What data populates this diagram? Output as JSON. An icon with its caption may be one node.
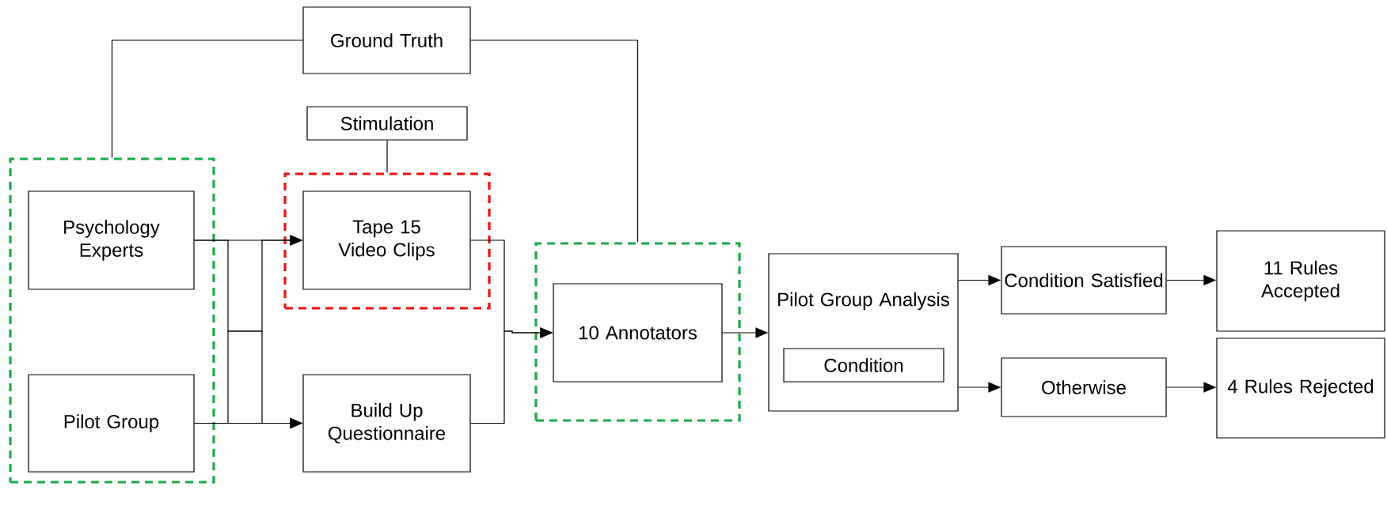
{
  "diagram": {
    "nodes": [
      {
        "text": [
          "Ground Truth"
        ]
      },
      {
        "text": [
          "Stimulation"
        ]
      },
      {
        "text": [],
        "shape": "box"
      },
      {
        "text": [
          "Psychology Experts"
        ],
        "in": 2
      },
      {
        "text": [
          "Pilot Group"
        ],
        "in": 2
      },
      {
        "text": [],
        "shape": "box"
      },
      {
        "text": [
          "Tape 15 Video Clips"
        ],
        "in": 5
      },
      {
        "text": [
          "Build Up Questionnaire"
        ]
      },
      {
        "text": [],
        "shape": "box"
      },
      {
        "text": [
          "10 Annotators"
        ],
        "in": 8
      },
      {
        "text": [
          "Pilot Group Analysis"
        ]
      },
      {
        "text": [
          "Condition"
        ],
        "in": 10
      },
      {
        "text": [
          "Condition Satisfied"
        ]
      },
      {
        "text": [
          "Otherwise"
        ]
      },
      {
        "text": [
          "11 Rules Accepted"
        ]
      },
      {
        "text": [
          "4 Rules Rejected"
        ]
      }
    ],
    "edges": [
      {
        "from": 0,
        "to": 2,
        "arrow": "none"
      },
      {
        "from": 0,
        "to": 8,
        "arrow": "none"
      },
      {
        "from": 1,
        "to": 5,
        "arrow": "none"
      },
      {
        "from": 3,
        "to": 6,
        "arrow": "to"
      },
      {
        "from": 3,
        "to": 7,
        "arrow": "to"
      },
      {
        "from": 4,
        "to": 6,
        "arrow": "to"
      },
      {
        "from": 4,
        "to": 7,
        "arrow": "to"
      },
      {
        "from": 6,
        "to": 9,
        "arrow": "to"
      },
      {
        "from": 7,
        "to": 9,
        "arrow": "to"
      },
      {
        "from": 9,
        "to": 10,
        "arrow": "to"
      },
      {
        "from": 10,
        "to": 12,
        "arrow": "to"
      },
      {
        "from": 10,
        "to": 13,
        "arrow": "to"
      },
      {
        "from": 12,
        "to": 14,
        "arrow": "to"
      },
      {
        "from": 13,
        "to": 15,
        "arrow": "to"
      }
    ]
  }
}
